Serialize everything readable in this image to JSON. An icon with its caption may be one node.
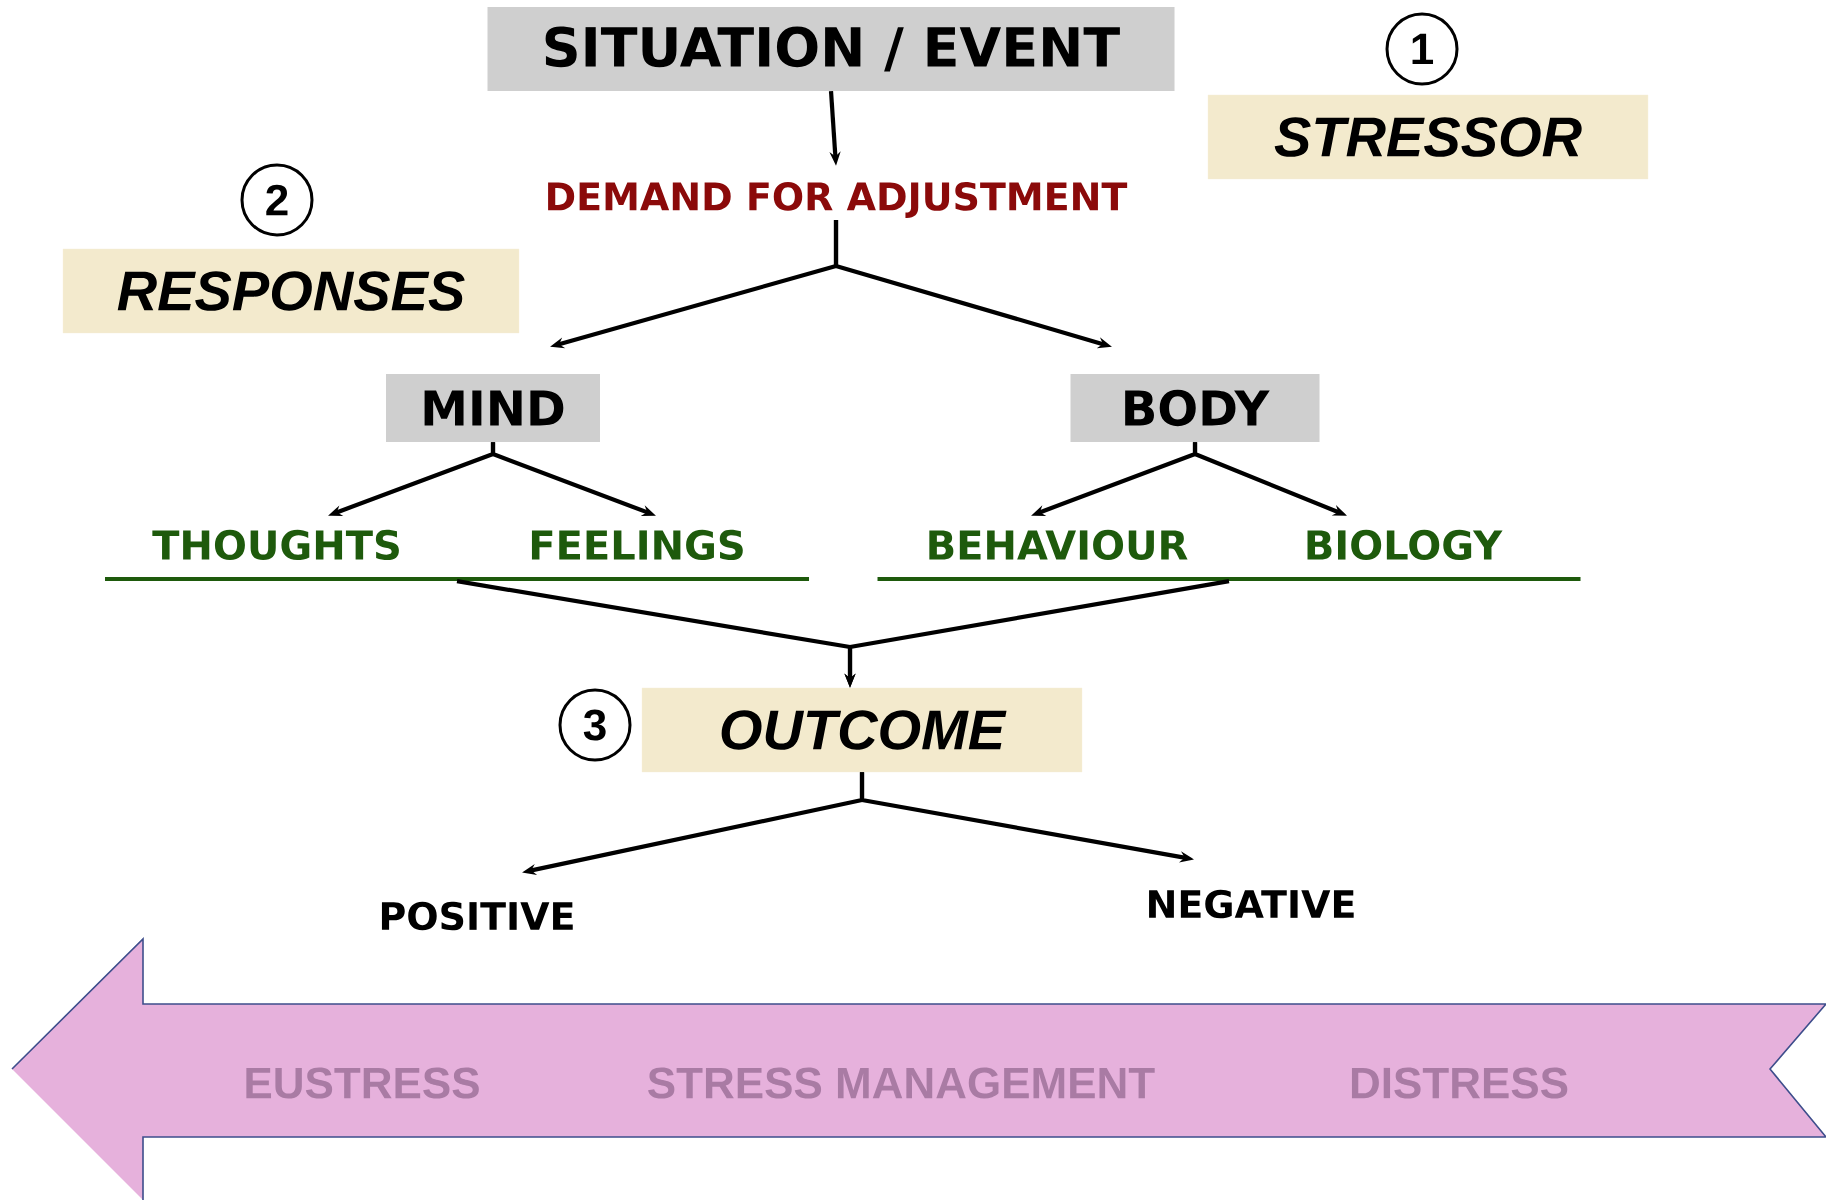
{
  "diagram": {
    "nodes": [
      {
        "text": [
          "SITUATION / EVENT"
        ]
      },
      {
        "text": [
          "1"
        ]
      },
      {
        "text": [
          "STRESSOR"
        ]
      },
      {
        "text": [
          "DEMAND FOR ADJUSTMENT"
        ]
      },
      {
        "text": [
          "2"
        ]
      },
      {
        "text": [
          "RESPONSES"
        ]
      },
      {
        "text": [
          "MIND"
        ]
      },
      {
        "text": [
          "BODY"
        ]
      },
      {
        "text": [
          "THOUGHTS"
        ]
      },
      {
        "text": [
          "FEELINGS"
        ]
      },
      {
        "text": [
          "BEHAVIOUR"
        ]
      },
      {
        "text": [
          "BIOLOGY"
        ]
      },
      {
        "text": [],
        "shape": "bar"
      },
      {
        "text": [],
        "shape": "bar"
      },
      {
        "text": [
          "3"
        ]
      },
      {
        "text": [
          "OUTCOME"
        ]
      },
      {
        "text": [
          "POSITIVE"
        ]
      },
      {
        "text": [
          "NEGATIVE"
        ]
      },
      {
        "text": [
          "EUSTRESS",
          "STRESS MANAGEMENT",
          "DISTRESS"
        ]
      }
    ],
    "edges": [
      {
        "from": 0,
        "to": 3,
        "arrow": "to"
      },
      {
        "from": 3,
        "to": 6,
        "arrow": "to"
      },
      {
        "from": 3,
        "to": 7,
        "arrow": "to"
      },
      {
        "from": 6,
        "to": 8,
        "arrow": "to"
      },
      {
        "from": 6,
        "to": 9,
        "arrow": "to"
      },
      {
        "from": 7,
        "to": 10,
        "arrow": "to"
      },
      {
        "from": 7,
        "to": 11,
        "arrow": "to"
      },
      {
        "from": 12,
        "to": 15,
        "arrow": "to"
      },
      {
        "from": 13,
        "to": 15,
        "arrow": "to"
      },
      {
        "from": 15,
        "to": 16,
        "arrow": "to"
      },
      {
        "from": 15,
        "to": 17,
        "arrow": "to"
      }
    ]
  }
}
